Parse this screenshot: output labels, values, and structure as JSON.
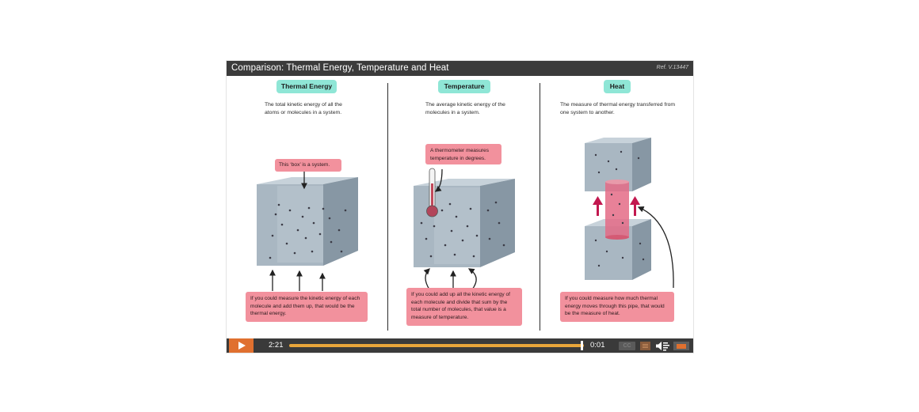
{
  "window": {
    "title": "Comparison: Thermal Energy, Temperature and Heat",
    "ref": "Ref. V.13447"
  },
  "columns": [
    {
      "heading": "Thermal Energy",
      "description": "The total kinetic energy of all the atoms or molecules in a system.",
      "callout_top": "This ‘box’ is a system.",
      "callout_bottom": "If you could measure the kinetic energy of each molecule and add them up, that would be the thermal energy."
    },
    {
      "heading": "Temperature",
      "description": "The average kinetic energy of the molecules in a system.",
      "callout_top": "A thermometer measures temperature in degrees.",
      "callout_bottom": "If you could add up all the kinetic energy of each molecule and divide that sum by the total number of molecules, that value is a measure of temperature."
    },
    {
      "heading": "Heat",
      "description": "The measure of thermal energy transferred from one system to another.",
      "callout_bottom": "If you could measure how much thermal energy moves through this pipe, that would be the measure of heat."
    }
  ],
  "player": {
    "time_elapsed": "2:21",
    "time_remaining": "0:01",
    "progress": 0.995,
    "cc_label": "CC",
    "play_icon": "play-icon",
    "menu_icon": "menu-icon",
    "volume_icon": "volume-icon",
    "speed_icon": "speed-icon"
  },
  "colors": {
    "title_bar": "#3b3b3b",
    "badge": "#8fe6d6",
    "callout": "#f2919d",
    "accent": "#e0702f",
    "progress": "#e9a63a",
    "arrow_red": "#c2184f"
  }
}
